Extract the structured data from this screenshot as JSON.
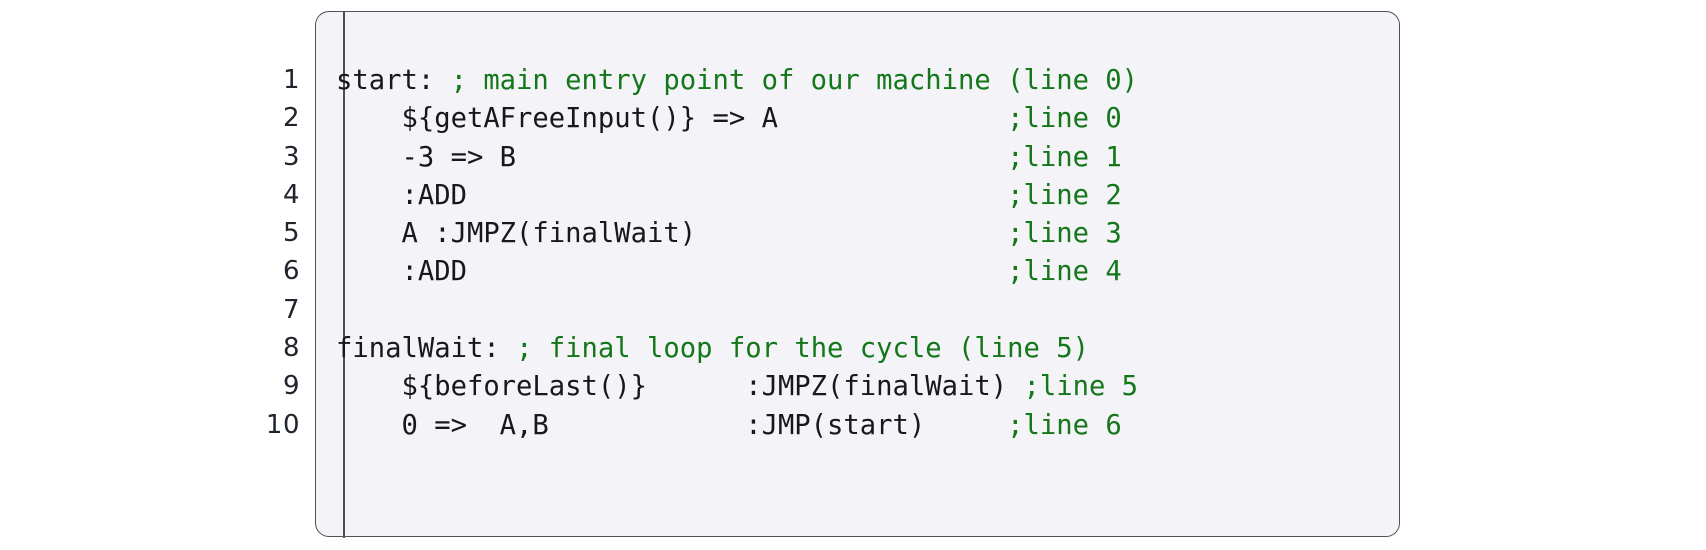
{
  "editor": {
    "language": "zisk-assembly",
    "colors": {
      "page_background": "#ffffff",
      "card_background": "#f3f3f8",
      "card_border": "#4f5158",
      "gutter_text": "#20242c",
      "code_text": "#16181d",
      "comment_text": "#14771a"
    },
    "gutter": {
      "line_numbers": [
        "1",
        "2",
        "3",
        "4",
        "5",
        "6",
        "7",
        "8",
        "9",
        "10"
      ]
    },
    "lines": [
      {
        "number": "1",
        "segments": [
          {
            "kind": "code",
            "text": "start: "
          },
          {
            "kind": "comment",
            "text": "; main entry point of our machine (line 0)"
          }
        ],
        "plain": "start: ; main entry point of our machine (line 0)"
      },
      {
        "number": "2",
        "segments": [
          {
            "kind": "code",
            "text": "    ${getAFreeInput()} => A              "
          },
          {
            "kind": "comment",
            "text": ";line 0"
          }
        ],
        "plain": "    ${getAFreeInput()} => A              ;line 0"
      },
      {
        "number": "3",
        "segments": [
          {
            "kind": "code",
            "text": "    -3 => B                              "
          },
          {
            "kind": "comment",
            "text": ";line 1"
          }
        ],
        "plain": "    -3 => B                              ;line 1"
      },
      {
        "number": "4",
        "segments": [
          {
            "kind": "code",
            "text": "    :ADD                                 "
          },
          {
            "kind": "comment",
            "text": ";line 2"
          }
        ],
        "plain": "    :ADD                                 ;line 2"
      },
      {
        "number": "5",
        "segments": [
          {
            "kind": "code",
            "text": "    A :JMPZ(finalWait)                   "
          },
          {
            "kind": "comment",
            "text": ";line 3"
          }
        ],
        "plain": "    A :JMPZ(finalWait)                   ;line 3"
      },
      {
        "number": "6",
        "segments": [
          {
            "kind": "code",
            "text": "    :ADD                                 "
          },
          {
            "kind": "comment",
            "text": ";line 4"
          }
        ],
        "plain": "    :ADD                                 ;line 4"
      },
      {
        "number": "7",
        "segments": [],
        "plain": ""
      },
      {
        "number": "8",
        "segments": [
          {
            "kind": "code",
            "text": "finalWait: "
          },
          {
            "kind": "comment",
            "text": "; final loop for the cycle (line 5)"
          }
        ],
        "plain": "finalWait: ; final loop for the cycle (line 5)"
      },
      {
        "number": "9",
        "segments": [
          {
            "kind": "code",
            "text": "    ${beforeLast()}      :JMPZ(finalWait) "
          },
          {
            "kind": "comment",
            "text": ";line 5"
          }
        ],
        "plain": "    ${beforeLast()}      :JMPZ(finalWait) ;line 5"
      },
      {
        "number": "10",
        "segments": [
          {
            "kind": "code",
            "text": "    0 =>  A,B            :JMP(start)     "
          },
          {
            "kind": "comment",
            "text": ";line 6"
          }
        ],
        "plain": "    0 =>  A,B            :JMP(start)     ;line 6"
      }
    ]
  }
}
